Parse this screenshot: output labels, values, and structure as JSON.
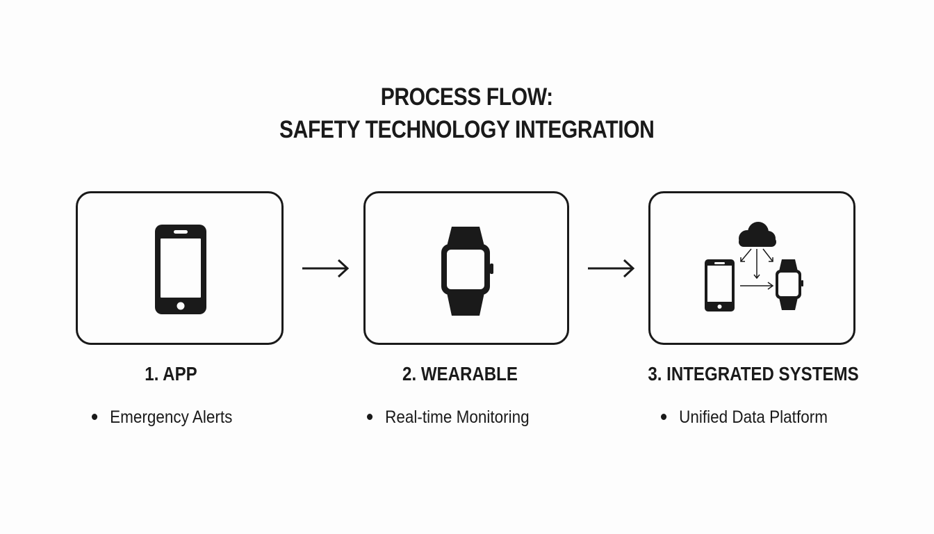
{
  "title": {
    "line1": "PROCESS FLOW:",
    "line2": "SAFETY TECHNOLOGY INTEGRATION"
  },
  "steps": [
    {
      "label": "1. APP",
      "bullet": "Emergency Alerts",
      "icon": "smartphone-icon"
    },
    {
      "label": "2. WEARABLE",
      "bullet": "Real-time Monitoring",
      "icon": "smartwatch-icon"
    },
    {
      "label": "3. INTEGRATED SYSTEMS",
      "bullet": "Unified Data Platform",
      "icon": "integrated-systems-icon"
    }
  ],
  "colors": {
    "ink": "#1a1a1a",
    "background": "#fdfdfd"
  }
}
